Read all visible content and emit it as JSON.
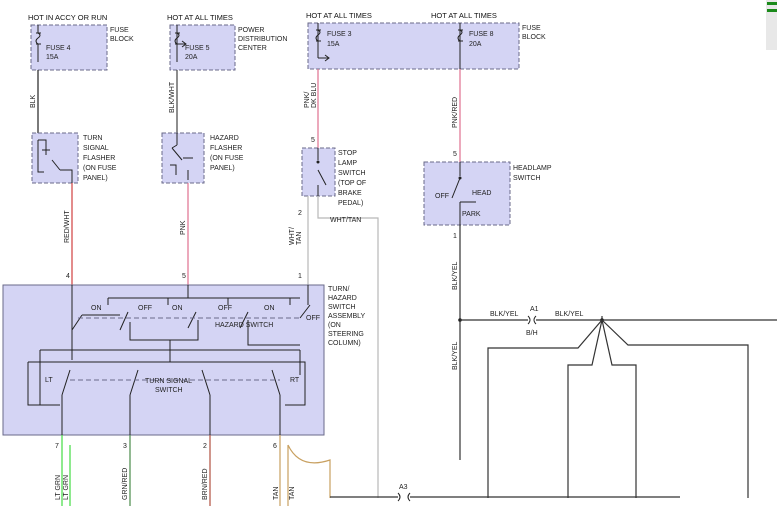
{
  "power_labels": {
    "hot_accy_run": "HOT IN ACCY OR RUN",
    "hot_all_1": "HOT AT ALL TIMES",
    "hot_all_2": "HOT AT ALL TIMES",
    "hot_all_3": "HOT AT ALL TIMES"
  },
  "fuses": {
    "f4_name": "FUSE 4",
    "f4_amp": "15A",
    "f4_where_1": "FUSE",
    "f4_where_2": "BLOCK",
    "f5_name": "FUSE 5",
    "f5_amp": "20A",
    "f5_where_1": "POWER",
    "f5_where_2": "DISTRIBUTION",
    "f5_where_3": "CENTER",
    "f3_name": "FUSE 3",
    "f3_amp": "15A",
    "f8_name": "FUSE 8",
    "f8_amp": "20A",
    "f38_where_1": "FUSE",
    "f38_where_2": "BLOCK"
  },
  "components": {
    "turn_flasher": [
      "TURN",
      "SIGNAL",
      "FLASHER",
      "(ON FUSE",
      "PANEL)"
    ],
    "hazard_flasher": [
      "HAZARD",
      "FLASHER",
      "(ON FUSE",
      "PANEL)"
    ],
    "stop_switch": [
      "STOP",
      "LAMP",
      "SWITCH",
      "(TOP OF",
      "BRAKE",
      "PEDAL)"
    ],
    "headlamp_switch": [
      "HEADLAMP",
      "SWITCH"
    ],
    "headlamp_pos": {
      "off": "OFF",
      "head": "HEAD",
      "park": "PARK"
    },
    "turn_hazard_assy": [
      "TURN/",
      "HAZARD",
      "SWITCH",
      "ASSEMBLY",
      "(ON",
      "STEERING",
      "COLUMN)"
    ],
    "hazard_switch": "HAZARD SWITCH",
    "turn_switch_1": "TURN SIGNAL",
    "turn_switch_2": "SWITCH",
    "sw_on_1": "ON",
    "sw_off_1": "OFF",
    "sw_on_2": "ON",
    "sw_off_2": "OFF",
    "sw_on_3": "ON",
    "sw_off_3": "OFF",
    "lt": "LT",
    "rt": "RT"
  },
  "wires": {
    "blk": "BLK",
    "blk_wht": "BLK/WHT",
    "pnk_dkblu": "PNK/",
    "pnk_dkblu_2": "DK BLU",
    "pnk_red": "PNK/RED",
    "red_wht": "RED/WHT",
    "pnk": "PNK",
    "wht_tan_v1": "WHT/",
    "wht_tan_v2": "TAN",
    "wht_tan_h": "WHT/TAN",
    "blk_yel_1": "BLK/YEL",
    "blk_yel_2": "BLK/YEL",
    "blk_yel_3": "BLK/YEL",
    "blk_yel_4": "BLK/YEL",
    "lt_grn_1": "LT GRN",
    "lt_grn_2": "LT GRN",
    "brn_red": "BRN/RED",
    "grn_red": "GRN/RED",
    "tan_1": "TAN",
    "tan_2": "TAN"
  },
  "pins": {
    "p5_stop": "5",
    "p2_stop": "2",
    "p5_head": "5",
    "p1_head": "1",
    "p4_assy": "4",
    "p5_assy": "5",
    "p1_assy": "1",
    "p7": "7",
    "p3": "3",
    "p2": "2",
    "p6": "6"
  },
  "connectors": {
    "a1": "A1",
    "bh": "B/H",
    "a3": "A3"
  }
}
